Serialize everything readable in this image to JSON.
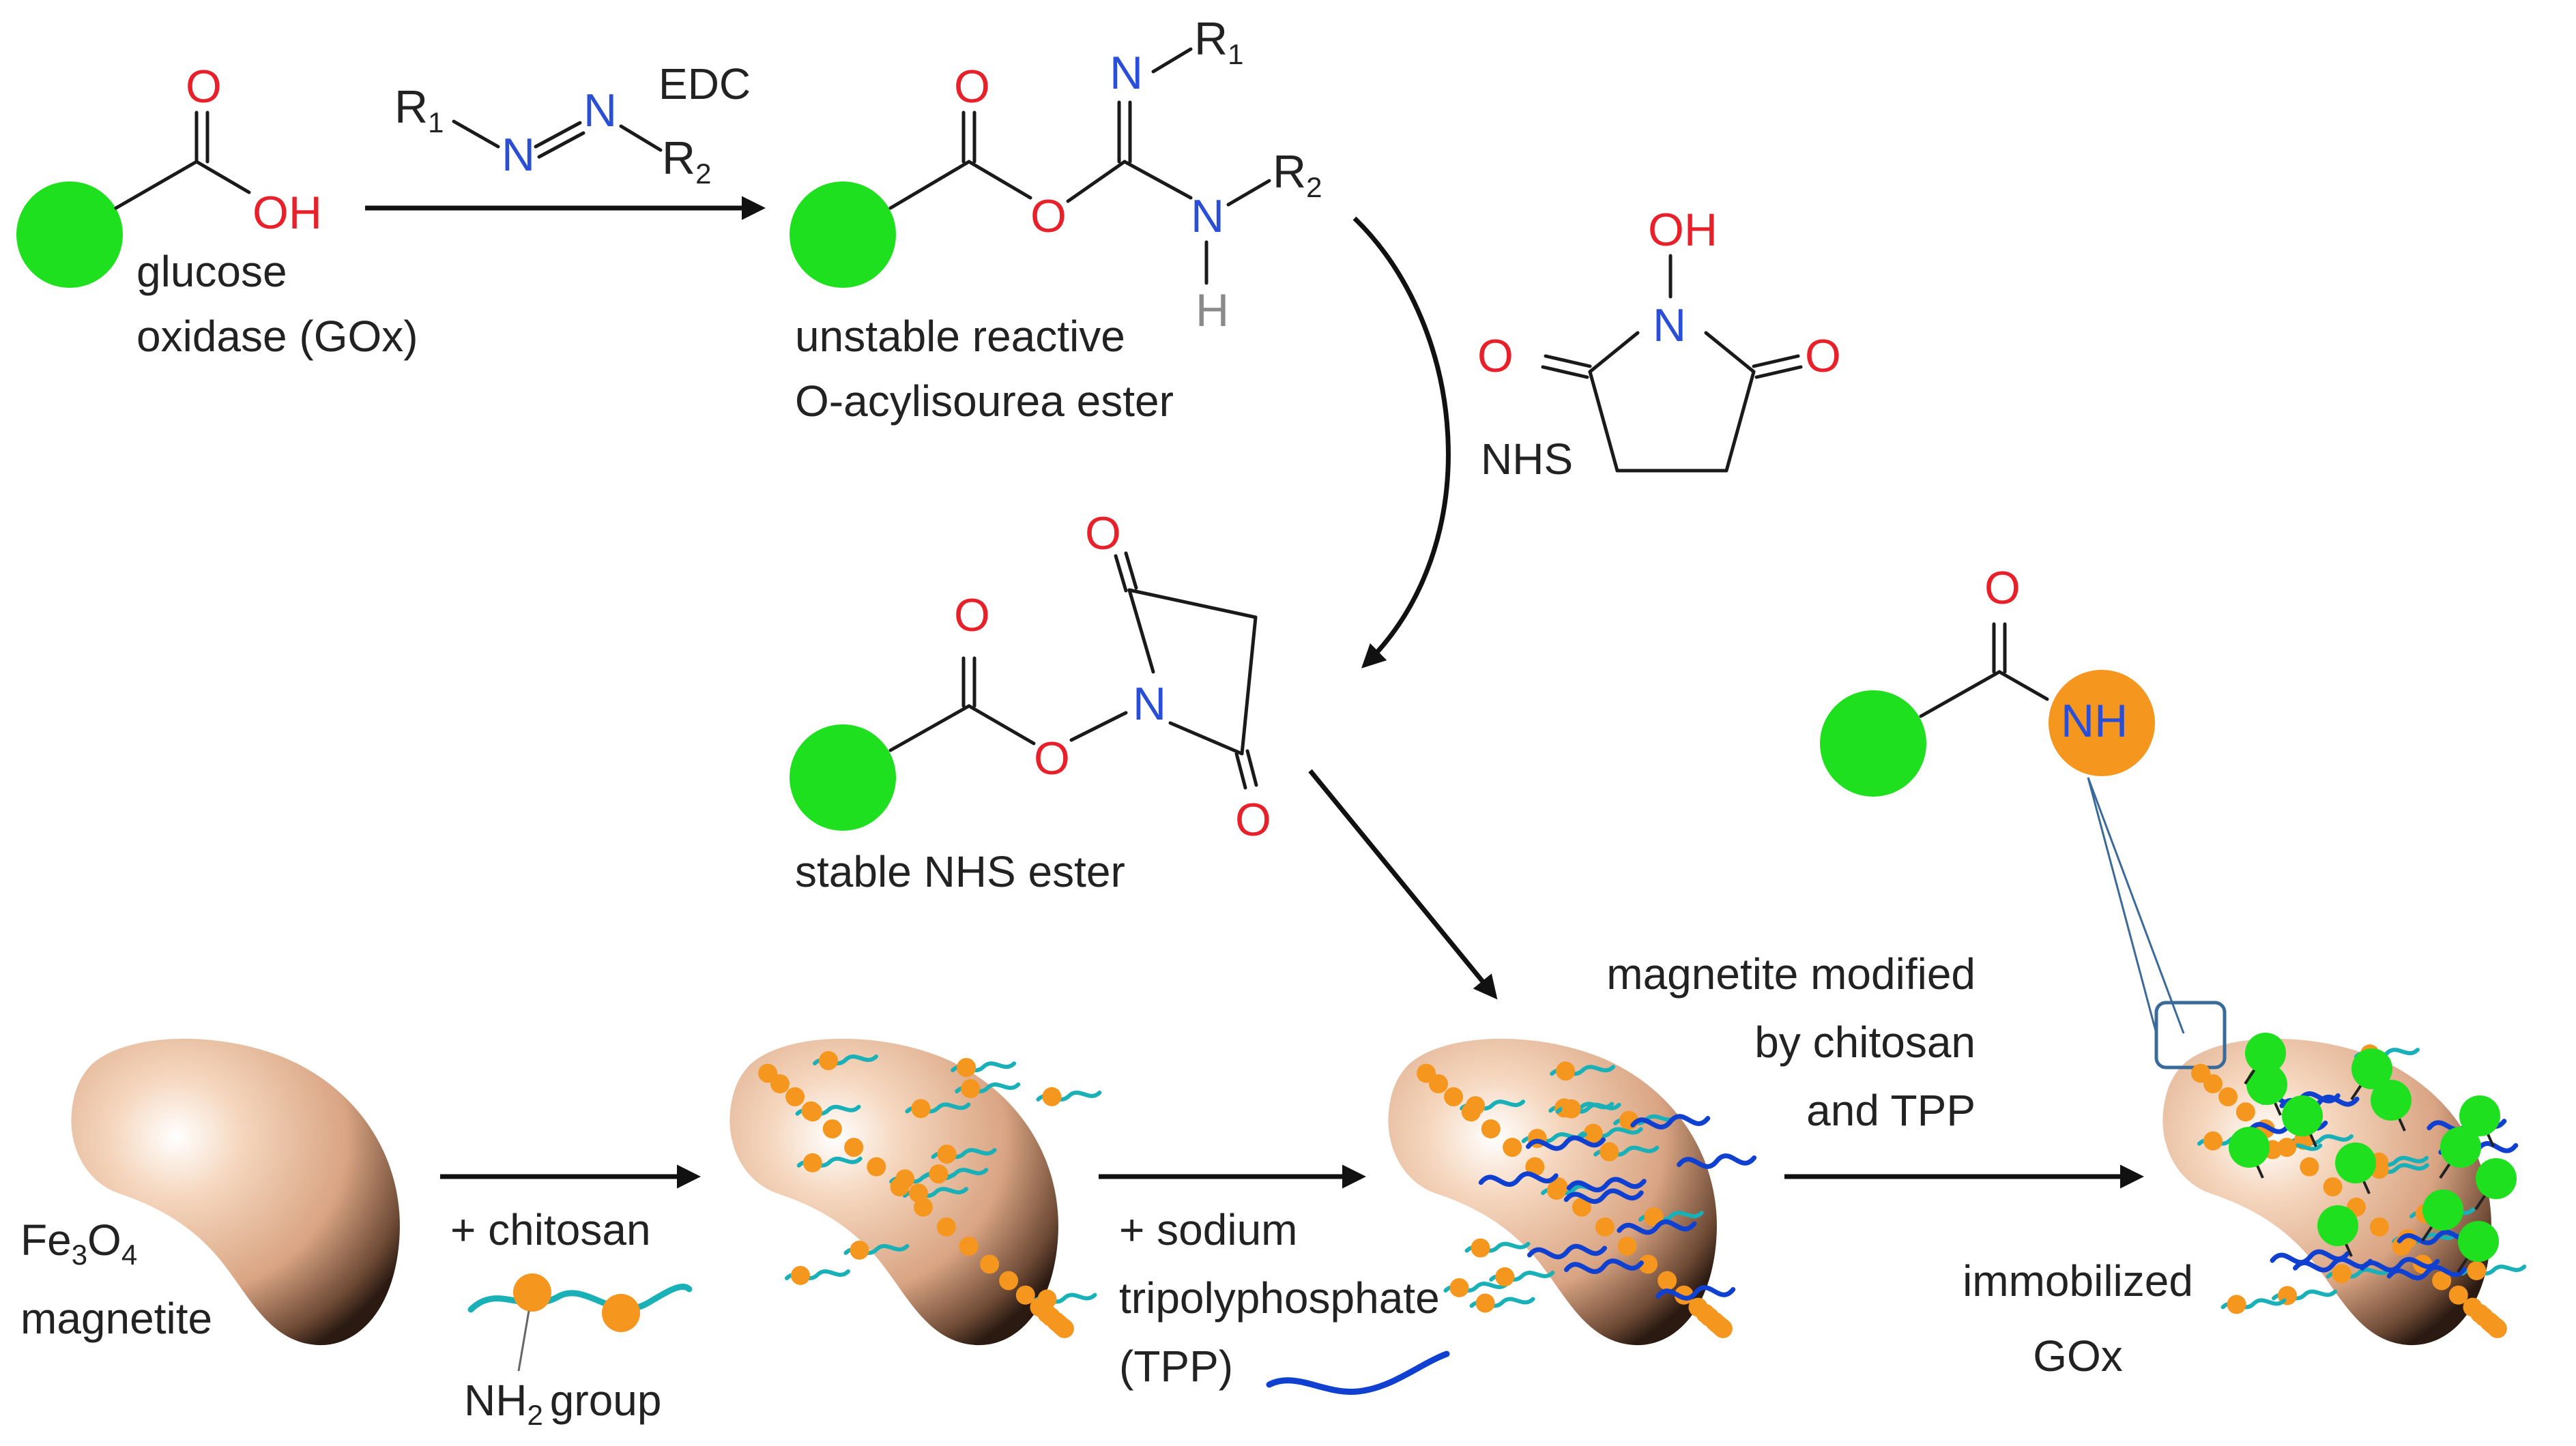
{
  "colors": {
    "oxygen": "#e8202a",
    "nitrogen": "#2a4fd6",
    "hydrogen": "#8a8a8a",
    "carbon": "#1a1a1a",
    "gox_sphere": "#1ee01e",
    "nh2_bead": "#f5961e",
    "chitosan_chain": "#1ab0b8",
    "tpp_chain": "#1040d0",
    "magnetite": "#e6b999"
  },
  "labels": {
    "gox_line1": "glucose",
    "gox_line2": "oxidase (GOx)",
    "edc": "EDC",
    "ester_line1": "unstable reactive",
    "ester_line2": "O-acylisourea ester",
    "nhs": "NHS",
    "nhs_ester": "stable NHS ester",
    "fe3o4_line2": "magnetite",
    "chitosan": "+ chitosan",
    "nh2_group": "group",
    "tpp_line1": "+ sodium",
    "tpp_line2": "tripolyphosphate",
    "tpp_line3": "(TPP)",
    "mod_line1": "magnetite modified",
    "mod_line2": "by chitosan",
    "mod_line3": "and TPP",
    "immob_line1": "immobilized",
    "immob_line2": "GOx"
  },
  "atoms": {
    "O": "O",
    "OH": "OH",
    "N": "N",
    "H": "H",
    "NH": "NH",
    "R": "R",
    "sub1": "1",
    "sub2": "2",
    "Fe": "Fe",
    "sub3": "3",
    "sub4": "4",
    "NH2_base": "NH"
  }
}
